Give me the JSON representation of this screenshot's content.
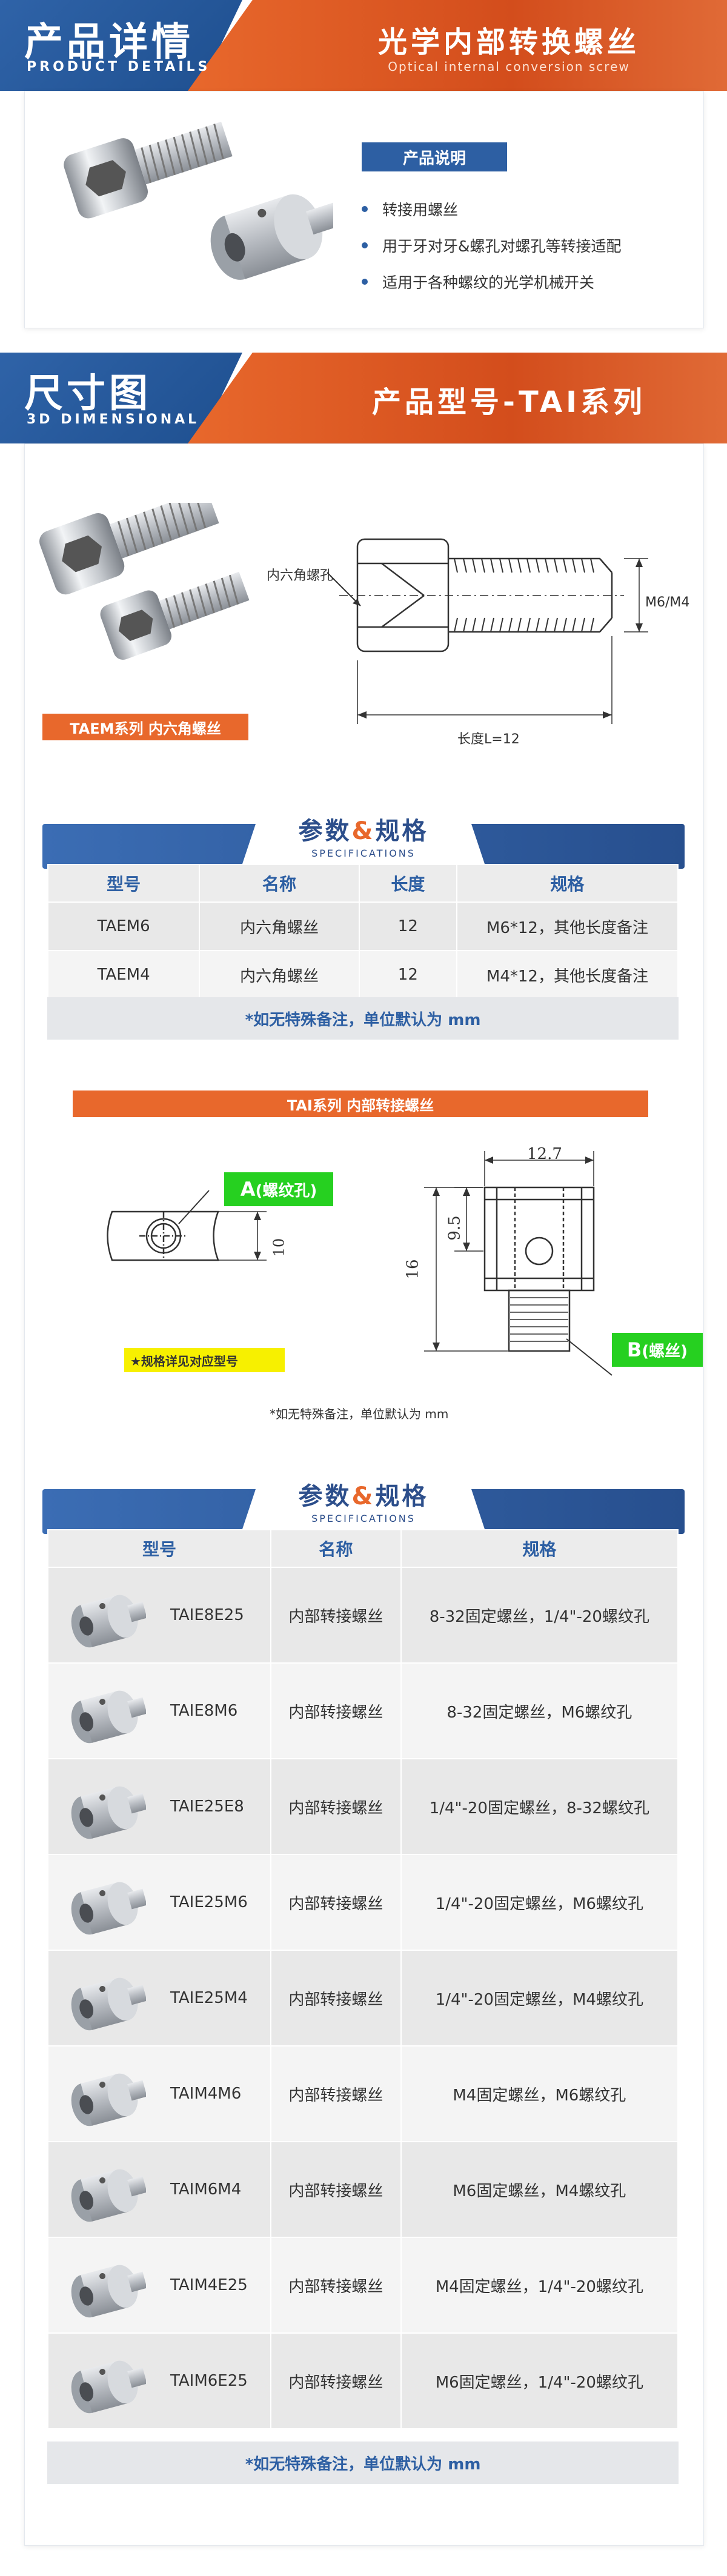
{
  "product_header": {
    "big_cn": "产品详情",
    "small_en": "PRODUCT DETAILS",
    "right_title": "光学内部转换螺丝",
    "right_sub": "Optical internal conversion screw"
  },
  "product_desc": {
    "label": "产品说明",
    "bullets": [
      "转接用螺丝",
      "用于牙对牙&螺孔对螺孔等转接适配",
      "适用于各种螺纹的光学机械开关"
    ]
  },
  "dim_header": {
    "big_cn": "尺寸图",
    "small_en": "3D DIMENSIONAL",
    "right_title": "产品型号-TAI系列"
  },
  "taem": {
    "tag": "TAEM系列  内六角螺丝",
    "drawing": {
      "hex_label": "内六角螺孔",
      "thread_label": "M6/M4",
      "length_label": "长度L=12"
    }
  },
  "spec1": {
    "title_a": "参数",
    "title_amp": "&",
    "title_b": "规格",
    "sub": "SPECIFICATIONS",
    "headers": [
      "型号",
      "名称",
      "长度",
      "规格"
    ],
    "rows": [
      {
        "model": "TAEM6",
        "name": "内六角螺丝",
        "length": "12",
        "spec": "M6*12，其他长度备注"
      },
      {
        "model": "TAEM4",
        "name": "内六角螺丝",
        "length": "12",
        "spec": "M4*12，其他长度备注"
      }
    ],
    "note": "*如无特殊备注，单位默认为 mm"
  },
  "tai": {
    "tag": "TAI系列  内部转接螺丝",
    "drawing": {
      "a_label": "A",
      "a_sub": "(螺纹孔)",
      "b_label": "B",
      "b_sub": "(螺丝)",
      "dim_10": "10",
      "dim_127": "12.7",
      "dim_95": "9.5",
      "dim_16": "16"
    },
    "yellow_note": "★规格详见对应型号",
    "note": "*如无特殊备注，单位默认为 mm"
  },
  "spec2": {
    "title_a": "参数",
    "title_amp": "&",
    "title_b": "规格",
    "sub": "SPECIFICATIONS",
    "headers": [
      "型号",
      "名称",
      "规格"
    ],
    "rows": [
      {
        "model": "TAIE8E25",
        "name": "内部转接螺丝",
        "spec": "8-32固定螺丝，1/4\"-20螺纹孔"
      },
      {
        "model": "TAIE8M6",
        "name": "内部转接螺丝",
        "spec": "8-32固定螺丝，M6螺纹孔"
      },
      {
        "model": "TAIE25E8",
        "name": "内部转接螺丝",
        "spec": "1/4\"-20固定螺丝，8-32螺纹孔"
      },
      {
        "model": "TAIE25M6",
        "name": "内部转接螺丝",
        "spec": "1/4\"-20固定螺丝，M6螺纹孔"
      },
      {
        "model": "TAIE25M4",
        "name": "内部转接螺丝",
        "spec": "1/4\"-20固定螺丝，M4螺纹孔"
      },
      {
        "model": "TAIM4M6",
        "name": "内部转接螺丝",
        "spec": "M4固定螺丝，M6螺纹孔"
      },
      {
        "model": "TAIM6M4",
        "name": "内部转接螺丝",
        "spec": "M6固定螺丝，M4螺纹孔"
      },
      {
        "model": "TAIM4E25",
        "name": "内部转接螺丝",
        "spec": "M4固定螺丝，1/4\"-20螺纹孔"
      },
      {
        "model": "TAIM6E25",
        "name": "内部转接螺丝",
        "spec": "M6固定螺丝，1/4\"-20螺纹孔"
      }
    ],
    "note": "*如无特殊备注，单位默认为 mm"
  },
  "colors": {
    "blue": "#2d5fa3",
    "orange": "#e8682c",
    "green": "#26d020",
    "yellow": "#f7f000"
  }
}
